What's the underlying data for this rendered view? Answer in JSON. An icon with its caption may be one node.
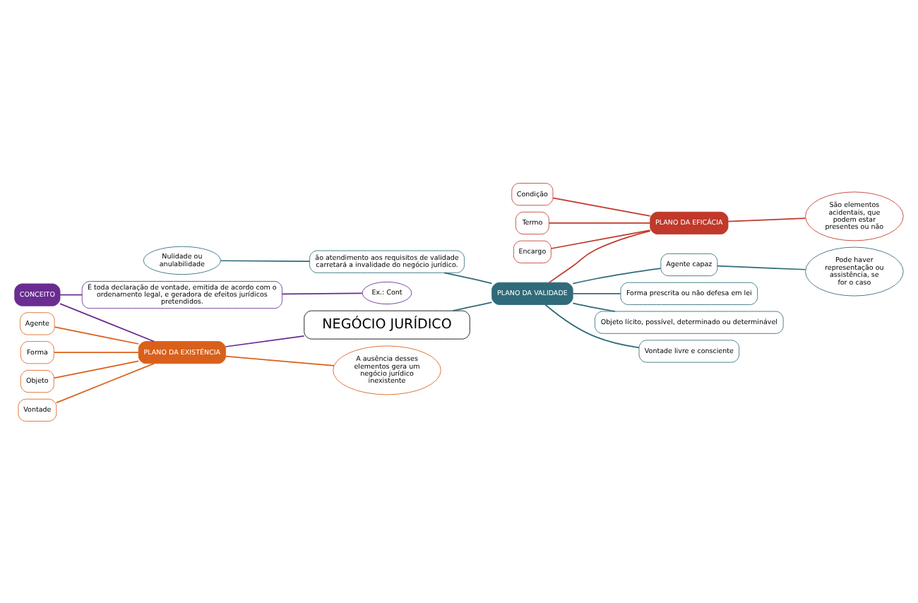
{
  "diagram": {
    "nodes": [
      {
        "text": [
          "NEGÓCIO JURÍDICO"
        ]
      },
      {
        "text": [
          "CONCEITO"
        ]
      },
      {
        "text": [
          "É toda declaração de vontade, emitida de acordo com o ordenamento legal, e geradora de efeitos jurídicos pretendidos."
        ]
      },
      {
        "text": [
          "Ex.: Cont"
        ]
      },
      {
        "text": [
          "PLANO DA EXISTÊNCIA"
        ]
      },
      {
        "text": [
          "Agente"
        ]
      },
      {
        "text": [
          "Forma"
        ]
      },
      {
        "text": [
          "Objeto"
        ]
      },
      {
        "text": [
          "Vontade"
        ]
      },
      {
        "text": [
          "A ausência desses elementos gera um negócio jurídico inexistente"
        ]
      },
      {
        "text": [
          "Nulidade ou anulabilidade"
        ]
      },
      {
        "text": [
          "ão atendimento aos requisitos de validade carretará a invalidade do negócio jurídico."
        ]
      },
      {
        "text": [
          "PLANO DA VALIDADE"
        ]
      },
      {
        "text": [
          "Agente capaz"
        ]
      },
      {
        "text": [
          "Forma prescrita ou não defesa em lei"
        ]
      },
      {
        "text": [
          "Objeto lícito, possível, determinado ou determinável"
        ]
      },
      {
        "text": [
          "Vontade livre e consciente"
        ]
      },
      {
        "text": [
          "Pode haver representação ou assistência, se for o caso"
        ]
      },
      {
        "text": [
          "PLANO DA EFICÁCIA"
        ]
      },
      {
        "text": [
          "Condição"
        ]
      },
      {
        "text": [
          "Termo"
        ]
      },
      {
        "text": [
          "Encargo"
        ]
      },
      {
        "text": [
          "São elementos acidentais, que podem estar presentes ou não"
        ]
      }
    ],
    "edges": [
      {
        "from": 1,
        "to": 4,
        "arrow": "none",
        "color": "#6a2c91"
      },
      {
        "from": 4,
        "to": 0,
        "arrow": "none",
        "color": "#6a2c91"
      },
      {
        "from": 1,
        "to": 2,
        "arrow": "none",
        "color": "#6a2c91"
      },
      {
        "from": 2,
        "to": 3,
        "arrow": "none",
        "color": "#6a2c91"
      },
      {
        "from": 5,
        "to": 4,
        "arrow": "none",
        "color": "#d9601a"
      },
      {
        "from": 6,
        "to": 4,
        "arrow": "none",
        "color": "#d9601a"
      },
      {
        "from": 7,
        "to": 4,
        "arrow": "none",
        "color": "#d9601a"
      },
      {
        "from": 8,
        "to": 4,
        "arrow": "none",
        "color": "#d9601a"
      },
      {
        "from": 4,
        "to": 9,
        "arrow": "none",
        "color": "#d9601a"
      },
      {
        "from": 0,
        "to": 12,
        "arrow": "none"
      },
      {
        "from": 10,
        "to": 11,
        "arrow": "none"
      },
      {
        "from": 11,
        "to": 12,
        "arrow": "none"
      },
      {
        "from": 12,
        "to": 13,
        "arrow": "none"
      },
      {
        "from": 12,
        "to": 14,
        "arrow": "none"
      },
      {
        "from": 12,
        "to": 15,
        "arrow": "none"
      },
      {
        "from": 12,
        "to": 16,
        "arrow": "none"
      },
      {
        "from": 13,
        "to": 17,
        "arrow": "none"
      },
      {
        "from": 12,
        "to": 18,
        "arrow": "none",
        "color": "#c0392b"
      },
      {
        "from": 19,
        "to": 18,
        "arrow": "none",
        "color": "#c0392b"
      },
      {
        "from": 20,
        "to": 18,
        "arrow": "none",
        "color": "#c0392b"
      },
      {
        "from": 21,
        "to": 18,
        "arrow": "none",
        "color": "#c0392b"
      },
      {
        "from": 18,
        "to": 22,
        "arrow": "none",
        "color": "#c0392b"
      }
    ]
  }
}
